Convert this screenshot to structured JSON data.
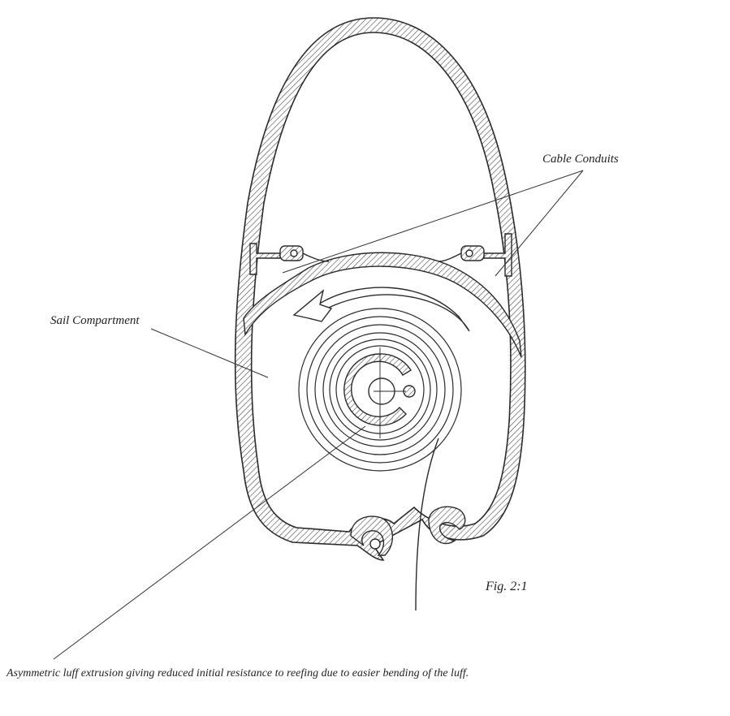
{
  "labels": {
    "cable_conduits": "Cable Conduits",
    "sail_compartment": "Sail Compartment",
    "figure_number": "Fig. 2:1",
    "caption": "Asymmetric luff extrusion giving reduced initial resistance to reefing due to easier bending of the luff."
  },
  "colors": {
    "line": "#2a2a2a",
    "hatch": "#3a3a3a",
    "background": "#ffffff"
  }
}
